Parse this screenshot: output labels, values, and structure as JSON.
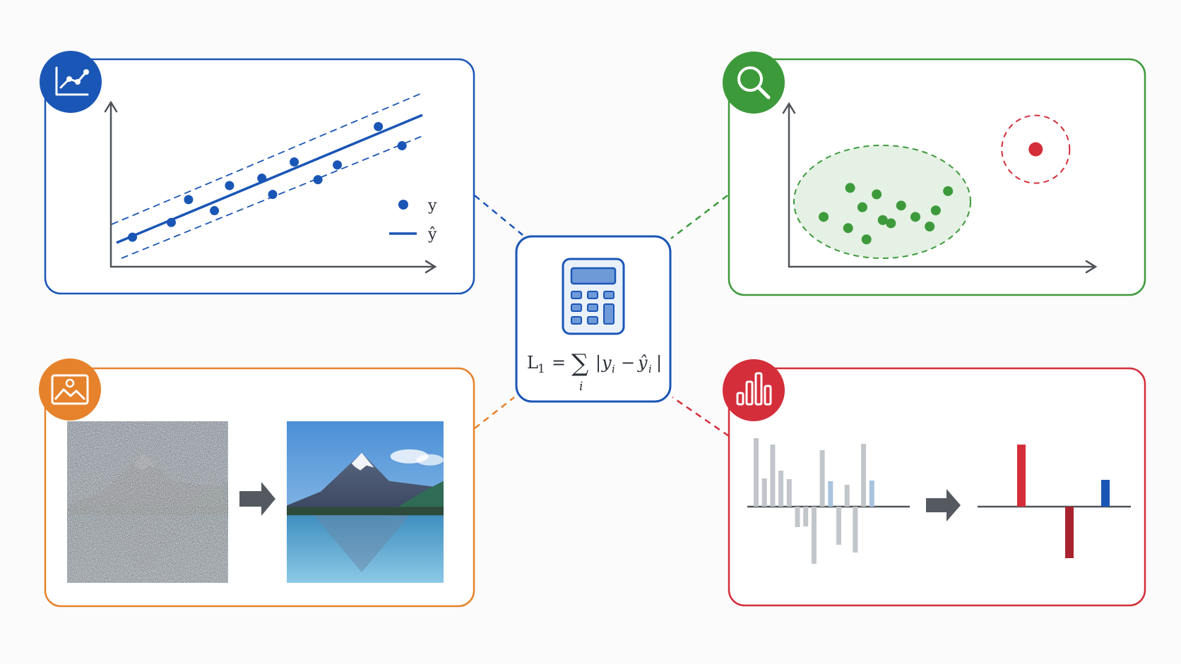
{
  "colors": {
    "blue": "#1a56b5",
    "green": "#3d9a3b",
    "orange": "#e6822b",
    "red": "#d42e3a",
    "gray": "#4f5359",
    "bar_gray": "#c2c6ca",
    "bar_light_blue": "#a9c3df"
  },
  "center": {
    "icon": "calculator-icon",
    "formula": {
      "lhs": "L",
      "lhs_sub": "1",
      "eq": "=",
      "sum": "∑",
      "sum_index": "i",
      "rhs_open": "|",
      "y": "y",
      "sub_i": "i",
      "minus": "−",
      "yhat": "ŷ",
      "sub_i2": "i",
      "rhs_close": "|"
    }
  },
  "panels": {
    "regression": {
      "icon": "line-chart-icon",
      "legend": {
        "points_label": "y",
        "line_label": "ŷ"
      },
      "points": [
        [
          1,
          1
        ],
        [
          2.8,
          2
        ],
        [
          3.6,
          3.55
        ],
        [
          4.8,
          2.8
        ],
        [
          5.5,
          4.5
        ],
        [
          7,
          5
        ],
        [
          7.5,
          3.9
        ],
        [
          8.5,
          6.1
        ],
        [
          9.6,
          4.9
        ],
        [
          10.5,
          5.9
        ],
        [
          12.4,
          8.5
        ],
        [
          13.5,
          7.2
        ]
      ],
      "xlim": [
        0,
        15
      ],
      "ylim": [
        -1,
        10
      ]
    },
    "anomaly": {
      "icon": "magnifier-icon",
      "cluster_points": [
        [
          1.7,
          3.1
        ],
        [
          3,
          4.9
        ],
        [
          4.3,
          4.5
        ],
        [
          3.6,
          3.7
        ],
        [
          5.5,
          3.8
        ],
        [
          4.6,
          2.9
        ],
        [
          2.9,
          2.4
        ],
        [
          5,
          2.7
        ],
        [
          3.8,
          1.7
        ],
        [
          6.2,
          3.1
        ],
        [
          7.2,
          3.5
        ],
        [
          7.8,
          4.7
        ],
        [
          6.9,
          2.5
        ]
      ],
      "outlier": [
        12.1,
        7.3
      ],
      "xlim": [
        0,
        15
      ],
      "ylim": [
        0,
        10
      ]
    },
    "denoise": {
      "icon": "image-icon",
      "arrow_icon": "arrow-right-icon"
    },
    "sparsity": {
      "icon": "bar-chart-icon",
      "arrow_icon": "arrow-right-icon",
      "dense_values": [
        0.97,
        0.4,
        0.88,
        0.51,
        0.39,
        -0.29,
        -0.28,
        -0.81,
        0.8,
        0.36,
        -0.54,
        0.31,
        -0.65,
        0.89,
        0.37
      ],
      "dense_highlight_indices": [
        9,
        14
      ],
      "sparse_values": [
        0.88,
        -0.73,
        0.38
      ],
      "ylim": [
        -1,
        1
      ]
    }
  }
}
